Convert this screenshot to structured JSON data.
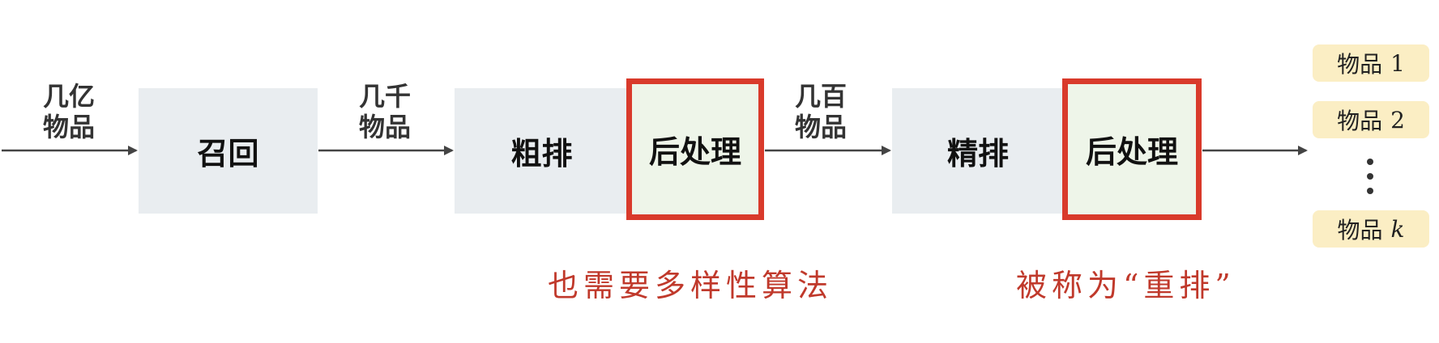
{
  "flow_labels": {
    "input": [
      "几亿",
      "物品"
    ],
    "after_recall": [
      "几千",
      "物品"
    ],
    "after_coarse": [
      "几百",
      "物品"
    ]
  },
  "stages": {
    "recall": "召回",
    "coarse_rank": "粗排",
    "coarse_post": "后处理",
    "fine_rank": "精排",
    "fine_post": "后处理"
  },
  "notes": {
    "coarse_post": "也需要多样性算法",
    "fine_post": "被称为“重排”"
  },
  "items": [
    {
      "label": "物品",
      "index": "1"
    },
    {
      "label": "物品",
      "index": "2"
    },
    {
      "label": "物品",
      "index": "k"
    }
  ],
  "colors": {
    "stage_fill": "#e9edf0",
    "post_fill": "#eef5e9",
    "highlight": "#d93a2b",
    "note_text": "#c0392b",
    "item_fill": "#fbeec4"
  }
}
